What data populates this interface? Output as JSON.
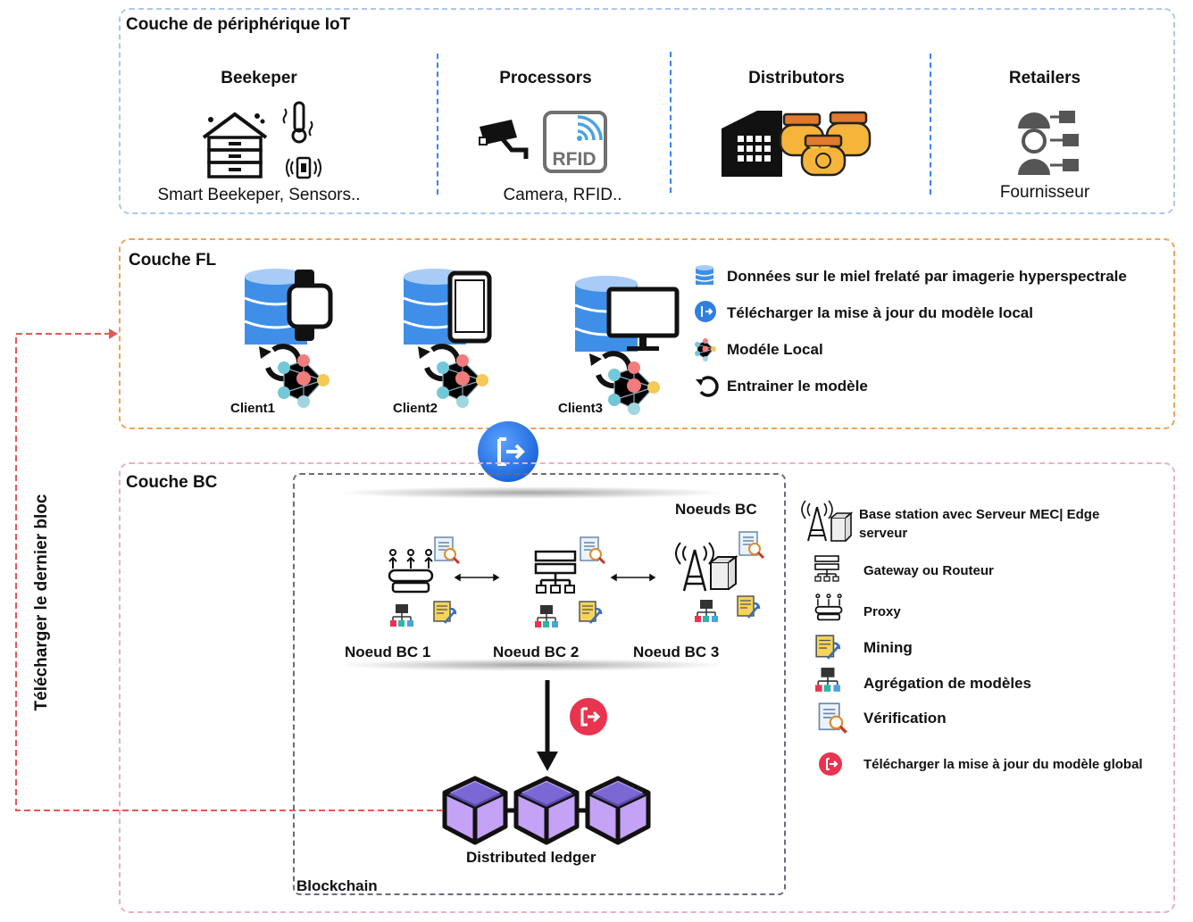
{
  "iot": {
    "title": "Couche de périphérique IoT",
    "columns": [
      {
        "heading": "Beekeper",
        "caption": "Smart Beekeper, Sensors.."
      },
      {
        "heading": "Processors",
        "caption": "Camera, RFID.."
      },
      {
        "heading": "Distributors",
        "caption": ""
      },
      {
        "heading": "Retailers",
        "caption": "Fournisseur"
      }
    ],
    "rfid_text": "RFID"
  },
  "fl": {
    "title": "Couche FL",
    "clients": [
      "Client1",
      "Client2",
      "Client3"
    ],
    "legend": [
      {
        "icon": "database-icon",
        "label": "Données sur le miel frelaté par imagerie hyperspectrale"
      },
      {
        "icon": "upload-local-icon",
        "label": "Télécharger la mise à jour du modèle local"
      },
      {
        "icon": "neural-net-icon",
        "label": "Modéle Local"
      },
      {
        "icon": "refresh-icon",
        "label": "Entrainer le modèle"
      }
    ]
  },
  "bc": {
    "title": "Couche BC",
    "nodes_heading": "Noeuds BC",
    "nodes": [
      "Noeud BC 1",
      "Noeud BC 2",
      "Noeud BC 3"
    ],
    "ledger_label": "Distributed ledger",
    "blockchain_label": "Blockchain",
    "legend": [
      {
        "icon": "base-station-icon",
        "label": "Base station avec Serveur MEC| Edge serveur"
      },
      {
        "icon": "router-icon",
        "label": "Gateway ou Routeur"
      },
      {
        "icon": "proxy-icon",
        "label": "Proxy"
      },
      {
        "icon": "mining-icon",
        "label": "Mining"
      },
      {
        "icon": "aggregation-icon",
        "label": "Agrégation de modèles"
      },
      {
        "icon": "verification-icon",
        "label": "Vérification"
      },
      {
        "icon": "upload-global-icon",
        "label": "Télécharger la mise à jour du modèle global"
      }
    ]
  },
  "side_label": "Télécharger le dernier bloc",
  "colors": {
    "iot_border": "#aac8ee",
    "fl_border": "#f0a35a",
    "bc_border": "#ecb0c0",
    "accent_blue": "#2f80ed",
    "accent_red": "#e8344e",
    "cube": "#b48ef0"
  }
}
